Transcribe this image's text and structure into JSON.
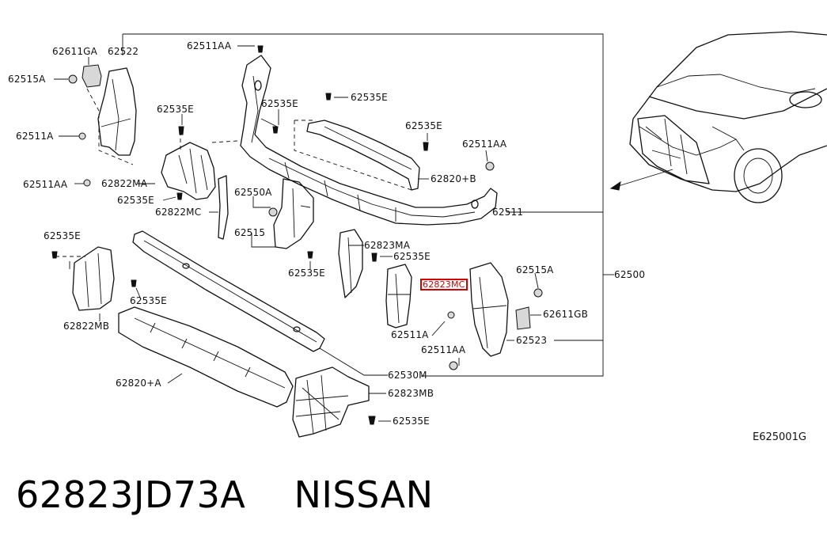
{
  "diagram": {
    "figure_code": "E625001G",
    "highlighted_part": "62823MC",
    "labels": {
      "p62611GA": "62611GA",
      "p62522": "62522",
      "p62515A_l": "62515A",
      "p62511A_l": "62511A",
      "p62511AA_l": "62511AA",
      "p62535E_a": "62535E",
      "p62822MA": "62822MA",
      "p62535E_b": "62535E",
      "p62822MC": "62822MC",
      "p62511AA_top": "62511AA",
      "p62535E_c": "62535E",
      "p62535E_d": "62535E",
      "p62535E_e": "62535E",
      "p62820B": "62820+B",
      "p62511AA_r": "62511AA",
      "p62550A": "62550A",
      "p62515": "62515",
      "p62511": "62511",
      "p62823MA": "62823MA",
      "p62535E_f": "62535E",
      "p62535E_g": "62535E",
      "p62823MC": "62823MC",
      "p62515A_r": "62515A",
      "p62500": "62500",
      "p62535E_h": "62535E",
      "p62535E_i": "62535E",
      "p62822MB": "62822MB",
      "p62511A_r": "62511A",
      "p62611GB": "62611GB",
      "p62523": "62523",
      "p62511AA_b": "62511AA",
      "p62530M": "62530M",
      "p62820A": "62820+A",
      "p62823MB": "62823MB",
      "p62535E_j": "62535E"
    }
  },
  "caption": {
    "part_number": "62823JD73A",
    "brand": "NISSAN"
  },
  "icons": [
    "clip-icon",
    "bolt-icon",
    "car-front-icon"
  ]
}
